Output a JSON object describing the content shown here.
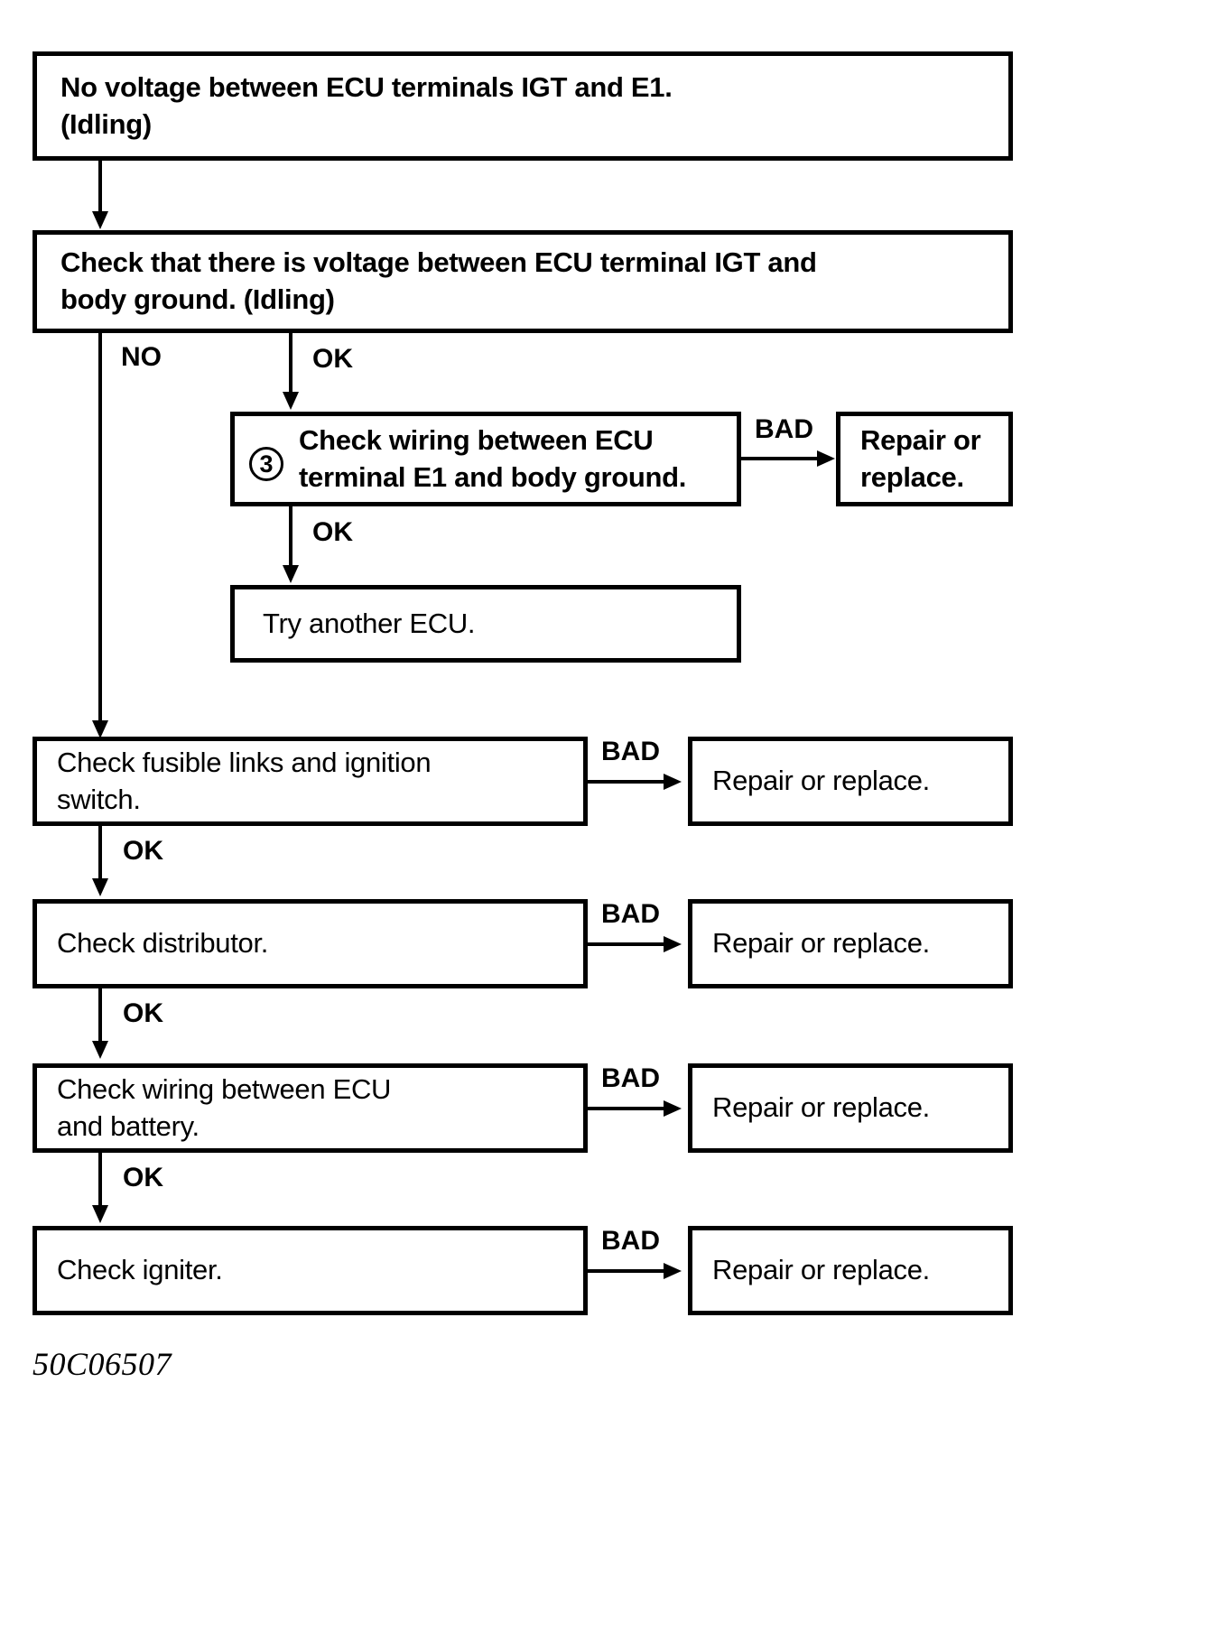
{
  "diagram": {
    "type": "troubleshooting-flowchart",
    "figure_code": "50C06507",
    "nodes": {
      "start": {
        "line1": "No voltage between ECU terminals IGT and E1.",
        "line2": "(Idling)"
      },
      "check_igt_body_ground": {
        "line1": "Check that there is voltage between ECU terminal IGT and",
        "line2_prefix": "body ground. ",
        "line2_bold": "(Idling)"
      },
      "check_wiring_e1": {
        "step_number": "3",
        "line1": "Check wiring between ECU",
        "line2": "terminal E1 and body ground."
      },
      "repair_or_replace_e1": {
        "line1": "Repair or",
        "line2": "replace."
      },
      "try_another_ecu": {
        "line1": "Try another ECU."
      },
      "check_fusible_links": {
        "line1": "Check fusible links and ignition",
        "line2": "switch."
      },
      "repair_or_replace_1": {
        "line1": "Repair or replace."
      },
      "check_distributor": {
        "line1": "Check distributor."
      },
      "repair_or_replace_2": {
        "line1": "Repair or replace."
      },
      "check_wiring_battery": {
        "line1": "Check wiring between ECU",
        "line2": "and battery."
      },
      "repair_or_replace_3": {
        "line1": "Repair or replace."
      },
      "check_igniter": {
        "line1": "Check igniter."
      },
      "repair_or_replace_4": {
        "line1": "Repair or replace."
      }
    },
    "edge_labels": {
      "no_branch": "NO",
      "ok_branch_top": "OK",
      "bad_e1": "BAD",
      "ok_after_e1": "OK",
      "bad_fusible": "BAD",
      "ok_after_fusible": "OK",
      "bad_distributor": "BAD",
      "ok_after_distributor": "OK",
      "bad_wiring_battery": "BAD",
      "ok_after_wiring_battery": "OK",
      "bad_igniter": "BAD"
    },
    "colors": {
      "ink": "#000000",
      "paper": "#ffffff"
    }
  }
}
